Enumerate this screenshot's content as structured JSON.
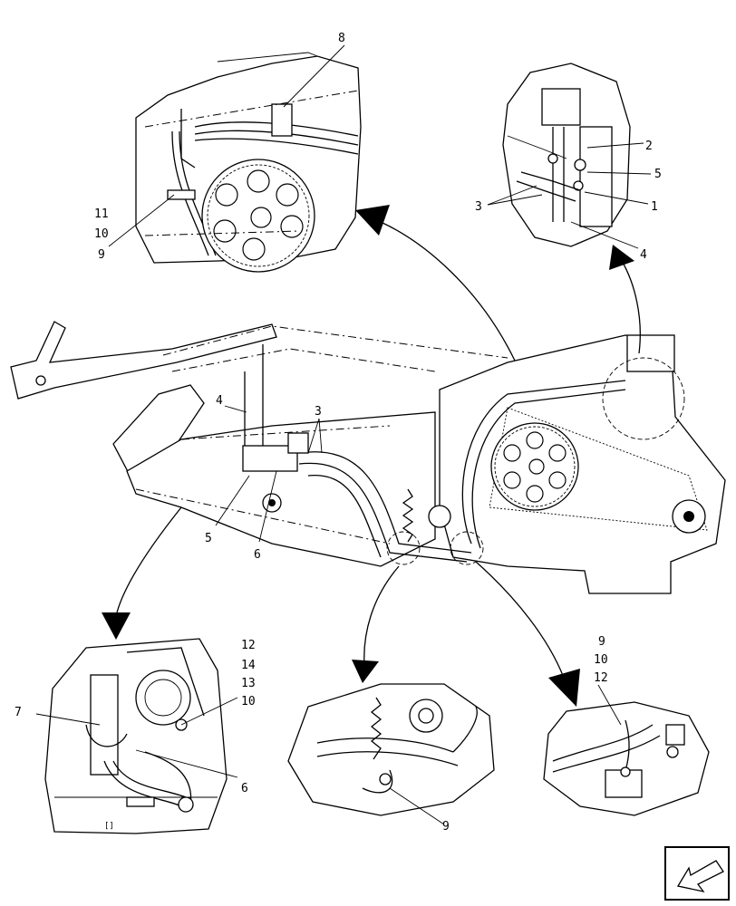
{
  "callouts": {
    "top_left": {
      "c8": "8",
      "c11": "11",
      "c10": "10",
      "c9": "9"
    },
    "top_right": {
      "c2": "2",
      "c5": "5",
      "c3": "3",
      "c1": "1",
      "c4": "4"
    },
    "main": {
      "c4": "4",
      "c3": "3",
      "c5": "5",
      "c6": "6"
    },
    "bottom_left": {
      "c12": "12",
      "c14": "14",
      "c13": "13",
      "c10": "10",
      "c7": "7",
      "c6": "6"
    },
    "bottom_center": {
      "c9": "9"
    },
    "bottom_right": {
      "c9": "9",
      "c10": "10",
      "c12": "12"
    }
  },
  "icons": {
    "nav": "exit-arrow-icon"
  }
}
